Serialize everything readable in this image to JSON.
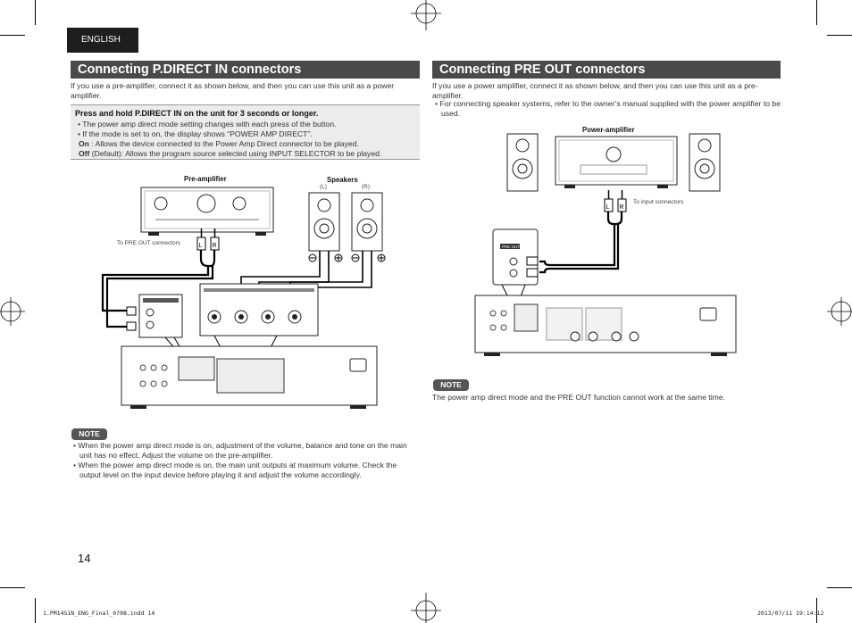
{
  "language_tab": "ENGLISH",
  "left": {
    "heading": "Connecting P.DIRECT IN connectors",
    "intro": "If you use a pre-amplifier, connect it as shown below, and then you can use this unit as a power amplifier.",
    "box": {
      "title": "Press and hold P.DIRECT IN on the unit for 3 seconds or longer.",
      "bullet1": "The power amp direct mode setting changes with each press of the button.",
      "bullet2": "If the mode is set to on, the display shows “POWER AMP DIRECT”.",
      "on_label": "On",
      "on_text": " : Allows the device connected to the Power Amp Direct connector to be played.",
      "off_label": "Off",
      "off_text": " (Default): Allows the program source selected using INPUT SELECTOR to be played."
    },
    "diagram": {
      "preamp_label": "Pre-amplifier",
      "speakers_label": "Speakers",
      "speaker_l": "(L)",
      "speaker_r": "(R)",
      "to_preout": "To PRE OUT connectors",
      "jack_l": "L",
      "jack_r": "R"
    },
    "note_label": "NOTE",
    "notes": [
      "When the power amp direct mode is on, adjustment of the volume, balance and tone on the main unit has no effect. Adjust the volume on the pre-amplifier.",
      "When the power amp direct mode is on, the main unit outputs at maximum volume. Check the output level on the input device before playing it and adjust the volume accordingly."
    ]
  },
  "right": {
    "heading": "Connecting PRE OUT connectors",
    "intro": "If you use a power amplifier, connect it as shown below, and then you can use this unit as a pre-amplifier.",
    "bullet": "For connecting speaker systems, refer to the owner’s manual  supplied with the power amplifier to be used.",
    "diagram": {
      "poweramp_label": "Power-amplifier",
      "to_input": "To input connectors",
      "jack_l": "L",
      "jack_r": "R",
      "pre_out": "PRE OUT"
    },
    "note_label": "NOTE",
    "note": "The power amp direct mode and the PRE OUT function cannot work at the same time."
  },
  "page_number": "14",
  "footer_left": "1.PM14S1N_ENG_Final_0708.indd   14",
  "footer_right": "2013/07/11   19:14:12"
}
